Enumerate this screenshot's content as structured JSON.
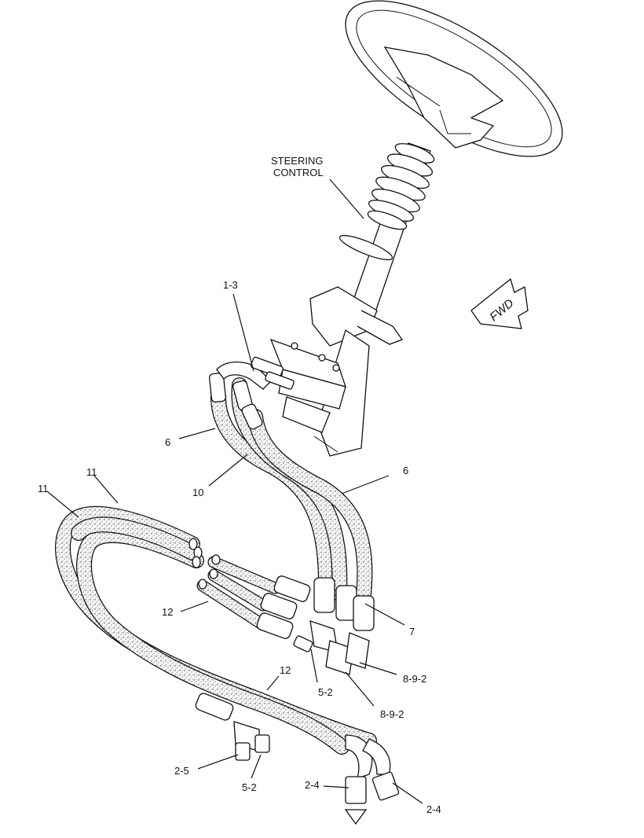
{
  "callouts": {
    "steering_control_line1": "STEERING",
    "steering_control_line2": "CONTROL",
    "c1_3": "1-3",
    "c6_left": "6",
    "c10": "10",
    "c6_right": "6",
    "c11_a": "11",
    "c11_b": "11",
    "c12_left": "12",
    "c7": "7",
    "c8_9_2_a": "8-9-2",
    "c5_2_a": "5-2",
    "c12_bottom": "12",
    "c8_9_2_b": "8-9-2",
    "c2_5": "2-5",
    "c5_2_b": "5-2",
    "c2_4_a": "2-4",
    "c2_4_b": "2-4"
  },
  "direction_arrow": {
    "label": "FWD"
  },
  "colors": {
    "ink": "#111111",
    "background": "#ffffff",
    "hose_fill": "#d9d9d9"
  }
}
